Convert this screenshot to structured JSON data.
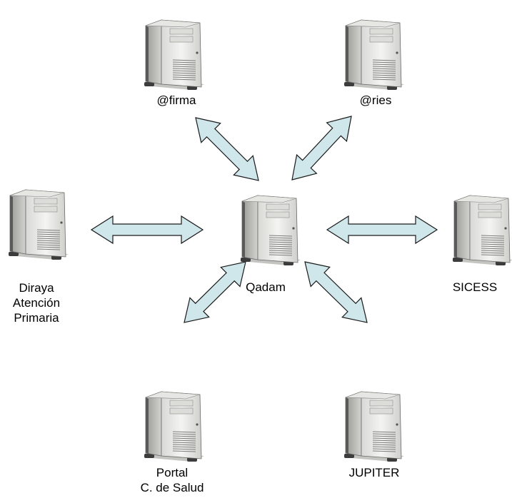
{
  "colors": {
    "arrow_fill": "#cfe6ea",
    "arrow_stroke": "#1a1a1a",
    "server_body": "#eeeeec",
    "server_shade": "#c9c9c6",
    "server_dark": "#4a4a4a"
  },
  "nodes": {
    "firma": {
      "icon": "server-icon",
      "label_lines": [
        "@firma"
      ]
    },
    "ries": {
      "icon": "server-icon",
      "label_lines": [
        "@ries"
      ]
    },
    "qadam": {
      "icon": "server-icon",
      "label_lines": [
        "Qadam"
      ]
    },
    "diraya": {
      "icon": "server-icon",
      "label_lines": [
        "Diraya",
        "Atención",
        "Primaria"
      ]
    },
    "sicess": {
      "icon": "server-icon",
      "label_lines": [
        "SICESS"
      ]
    },
    "portal": {
      "icon": "server-icon",
      "label_lines": [
        "Portal",
        "C. de Salud"
      ]
    },
    "jupiter": {
      "icon": "server-icon",
      "label_lines": [
        "JUPITER"
      ]
    }
  },
  "connections": [
    {
      "from": "qadam",
      "to": "firma",
      "type": "bidirectional"
    },
    {
      "from": "qadam",
      "to": "ries",
      "type": "bidirectional"
    },
    {
      "from": "qadam",
      "to": "diraya",
      "type": "bidirectional"
    },
    {
      "from": "qadam",
      "to": "sicess",
      "type": "bidirectional"
    },
    {
      "from": "qadam",
      "to": "portal",
      "type": "bidirectional"
    },
    {
      "from": "qadam",
      "to": "jupiter",
      "type": "bidirectional"
    }
  ]
}
